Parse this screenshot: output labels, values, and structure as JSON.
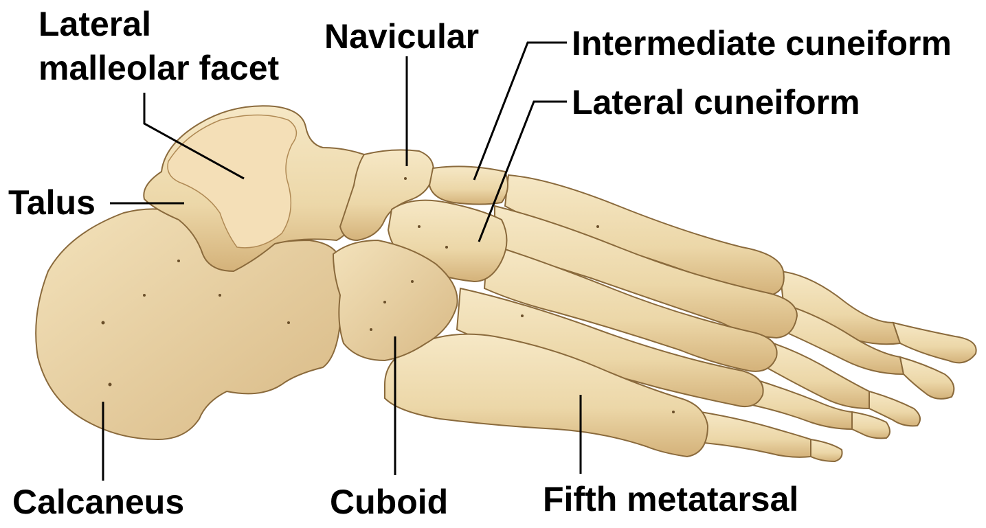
{
  "labels": {
    "lateral_malleolar_facet_line1": "Lateral",
    "lateral_malleolar_facet_line2": "malleolar facet",
    "navicular": "Navicular",
    "intermediate_cuneiform": "Intermediate cuneiform",
    "lateral_cuneiform": "Lateral cuneiform",
    "talus": "Talus",
    "calcaneus": "Calcaneus",
    "cuboid": "Cuboid",
    "fifth_metatarsal": "Fifth metatarsal"
  },
  "colors": {
    "bone_fill": "#ecd7a8",
    "bone_light": "#f5e6c2",
    "bone_shadow": "#c9a66b",
    "bone_outline": "#8a6a3c",
    "leader_line": "#000000",
    "text": "#000000",
    "background": "#ffffff"
  }
}
